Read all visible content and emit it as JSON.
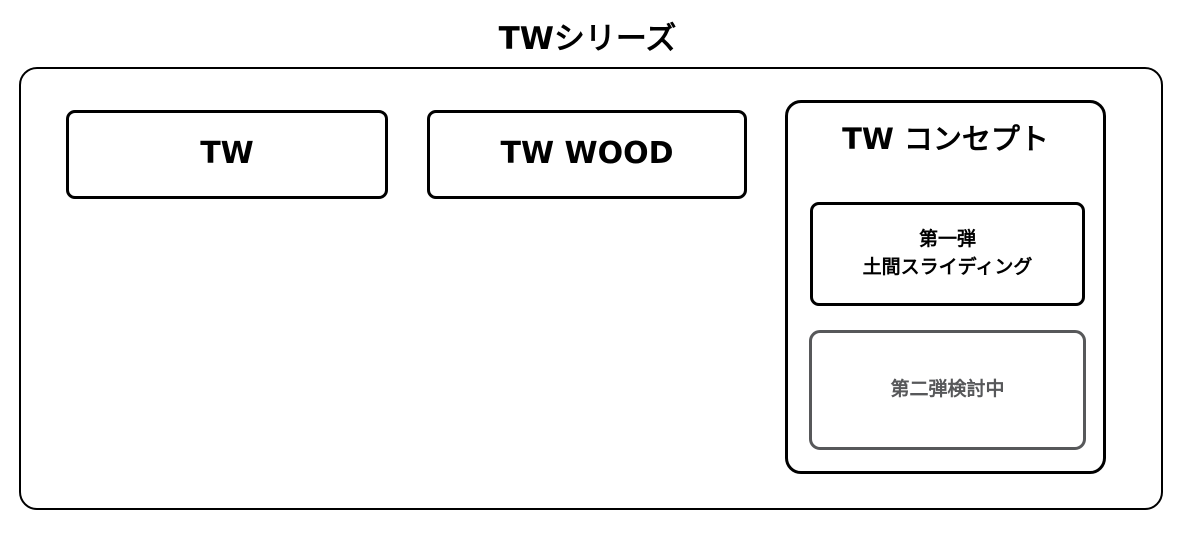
{
  "diagram": {
    "title": "TWシリーズ",
    "type": "hierarchy-boxes",
    "colors": {
      "stroke": "#000000",
      "muted_stroke": "#57585a",
      "muted_text": "#57585a",
      "background": "#ffffff"
    },
    "products": [
      {
        "id": "tw",
        "label": "TW"
      },
      {
        "id": "tw-wood",
        "label": "TW WOOD"
      }
    ],
    "concept": {
      "title": "TW コンセプト",
      "items": [
        {
          "id": "first-release",
          "line1": "第一弾",
          "line2": "土間スライディング",
          "state": "active"
        },
        {
          "id": "second-release",
          "line1": "第二弾検討中",
          "line2": "",
          "state": "pending"
        }
      ]
    }
  }
}
